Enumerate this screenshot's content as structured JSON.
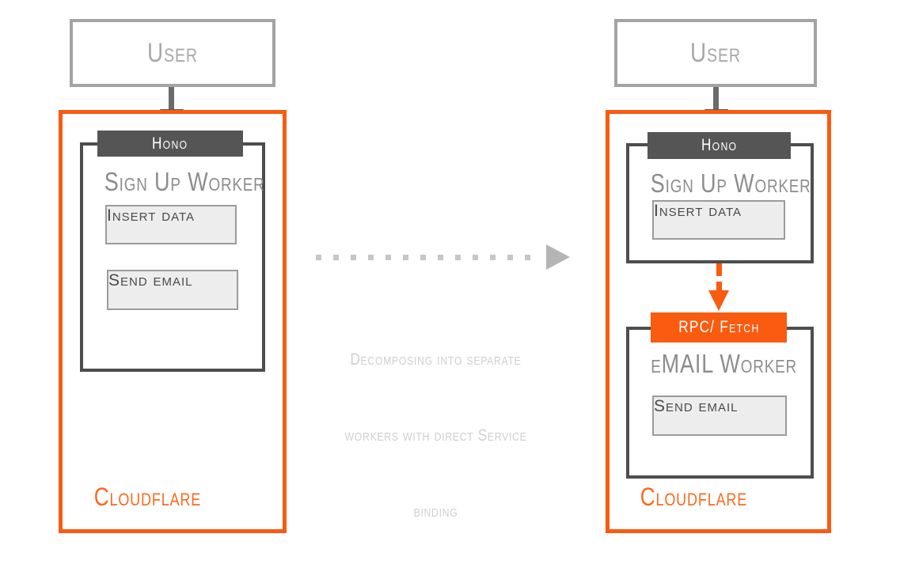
{
  "diagram": {
    "title_text_color": "#8d8d8d",
    "accent_color": "#f95b10",
    "dark_color": "#555555",
    "left": {
      "user_label": "User",
      "platform_label": "Cloudflare",
      "framework_tag": "Hono",
      "worker_title": "Sign Up Worker",
      "steps": [
        {
          "label": "Insert data"
        },
        {
          "label": "Send email"
        }
      ]
    },
    "center": {
      "caption_line1": "Decomposing into separate",
      "caption_line2": "workers with direct Service",
      "caption_line3": "binding",
      "arrow_name": "dotted-right-arrow"
    },
    "right": {
      "user_label": "User",
      "platform_label": "Cloudflare",
      "signup": {
        "framework_tag": "Hono",
        "worker_title": "Sign Up Worker",
        "steps": [
          {
            "label": "Insert data"
          }
        ]
      },
      "email": {
        "binding_tag": "RPC/ Fetch",
        "worker_title": "eMAIL Worker",
        "steps": [
          {
            "label": "Send email"
          }
        ]
      }
    }
  }
}
